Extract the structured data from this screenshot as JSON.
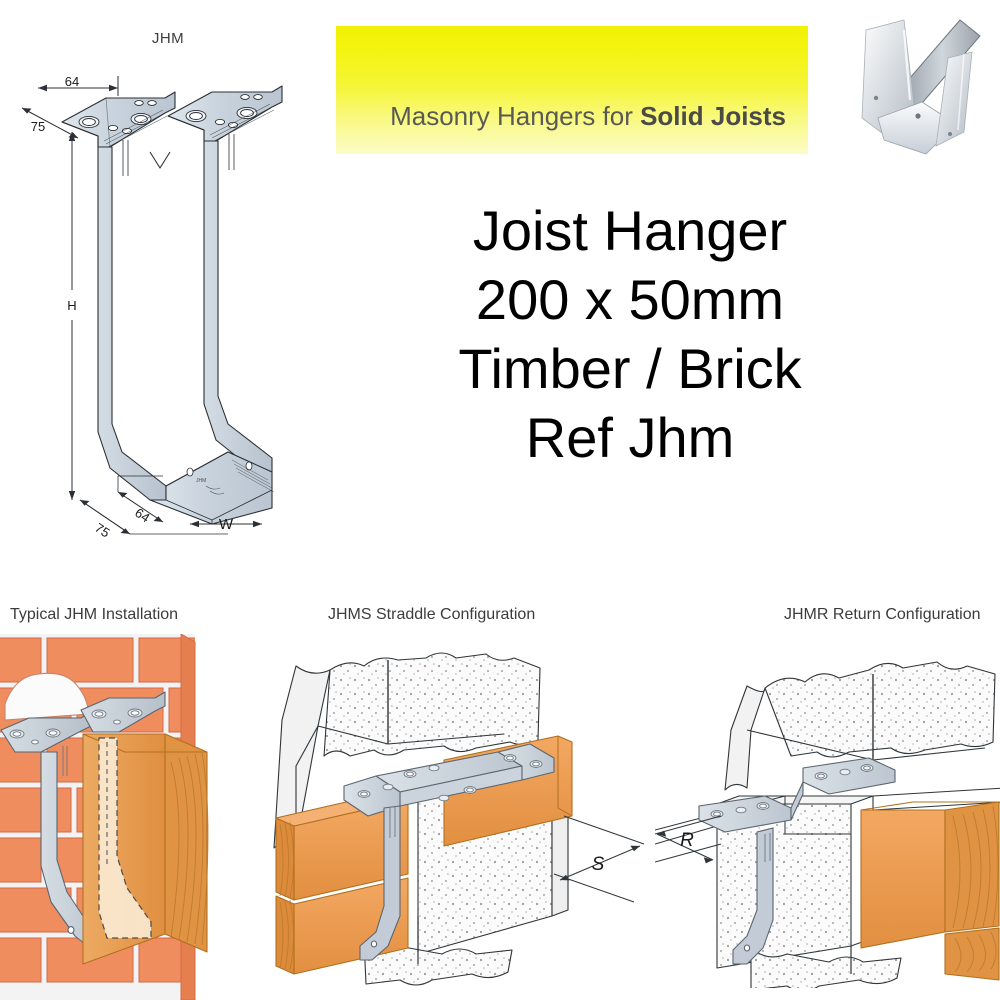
{
  "product": {
    "title_lines": [
      "Joist Hanger",
      "200 x 50mm",
      "Timber / Brick",
      "Ref Jhm"
    ],
    "line1": "Joist Hanger",
    "line2": "200 x 50mm",
    "line3": "Timber / Brick",
    "line4": "Ref Jhm"
  },
  "banner": {
    "text_plain": "Masonry Hangers for Solid Joists",
    "text_normal": "Masonry Hangers for ",
    "text_bold": "Solid Joists",
    "gradient_top": "#f2f204",
    "gradient_bottom": "#fcfcc8",
    "text_color": "#5a5a55"
  },
  "technical_drawing": {
    "label": "JHM",
    "dimensions": {
      "top_depth": "64",
      "top_width": "75",
      "height": "H",
      "bottom_depth": "64",
      "bottom_width": "75",
      "seat_width": "W"
    },
    "metal_fill": "#c8d2dc",
    "line_color": "#2b3036"
  },
  "panels": [
    {
      "caption": "Typical JHM Installation",
      "name": "typical-installation",
      "brick_color": "#ef8d5f",
      "mortar_color": "#f2f2f2",
      "timber_color": "#e89a4c",
      "metal_color": "#c2ccd6"
    },
    {
      "caption": "JHMS Straddle Configuration",
      "name": "straddle-configuration",
      "dimension_label": "S",
      "block_color": "#fafafa",
      "timber_color": "#f0a055",
      "metal_color": "#c6d0da"
    },
    {
      "caption": "JHMR Return Configuration",
      "name": "return-configuration",
      "dimension_label": "R",
      "block_color": "#fafafa",
      "timber_color": "#f0a055",
      "metal_color": "#c6d0da"
    }
  ],
  "photo": {
    "alt": "galvanised steel joist hanger close-up photograph"
  }
}
